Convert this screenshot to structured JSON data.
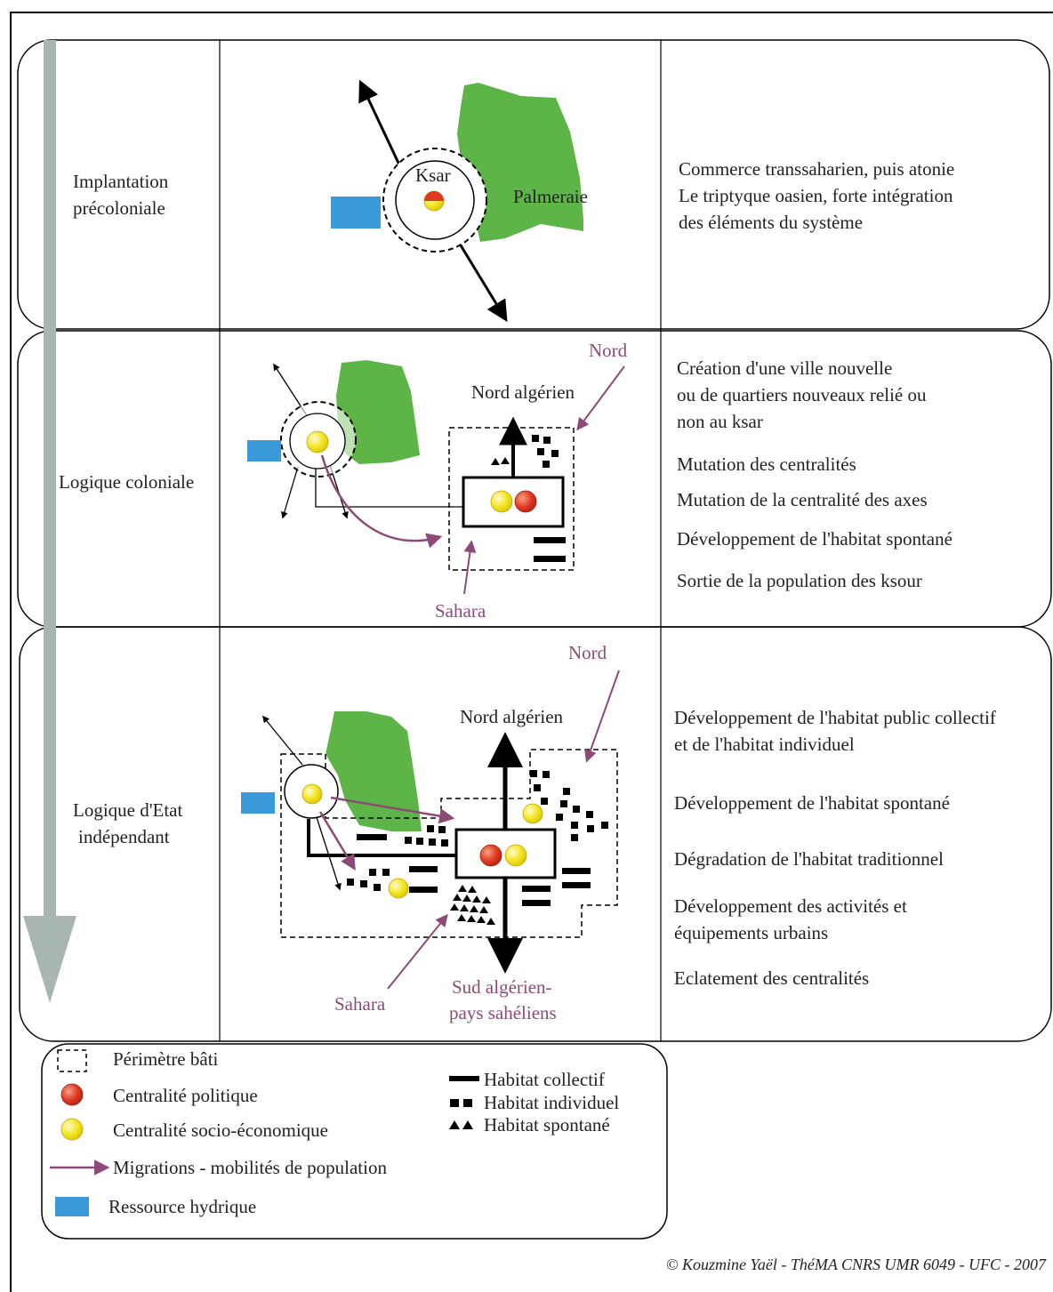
{
  "rows": [
    {
      "phase": [
        "Implantation",
        "précoloniale"
      ],
      "diagram_labels": {
        "ksar": "Ksar",
        "palmeraie": "Palmeraie"
      },
      "descriptions": [
        "Commerce transsaharien, puis atonie",
        "Le triptyque oasien, forte intégration",
        "des éléments du système"
      ]
    },
    {
      "phase": [
        "Logique coloniale"
      ],
      "diagram_labels": {
        "nord": "Nord",
        "nord_algerien": "Nord algérien",
        "sahara": "Sahara"
      },
      "descriptions": [
        "Création d'une ville nouvelle",
        "ou de quartiers nouveaux relié ou",
        "non au ksar",
        "Mutation des centralités",
        "Mutation de la centralité des axes",
        "Développement de l'habitat spontané",
        "Sortie de la population des ksour"
      ]
    },
    {
      "phase": [
        "Logique d'Etat",
        "indépendant"
      ],
      "diagram_labels": {
        "nord": "Nord",
        "nord_algerien": "Nord algérien",
        "sahara": "Sahara",
        "sud": [
          "Sud algérien-",
          "pays sahéliens"
        ]
      },
      "descriptions": [
        "Développement de l'habitat public collectif",
        "et de l'habitat individuel",
        "Développement de l'habitat spontané",
        "Dégradation de l'habitat traditionnel",
        "Développement des activités et",
        "équipements urbains",
        "Eclatement des centralités"
      ]
    }
  ],
  "legend": {
    "perimetre": "Périmètre bâti",
    "centralite_politique": "Centralité politique",
    "centralite_socio": "Centralité socio-économique",
    "migrations": "Migrations - mobilités de population",
    "ressource": "Ressource hydrique",
    "habitat_collectif": "Habitat collectif",
    "habitat_individuel": "Habitat individuel",
    "habitat_spontane": "Habitat spontané"
  },
  "credit": "© Kouzmine Yaël - ThéMA CNRS UMR 6049 - UFC - 2007",
  "colors": {
    "palmeraie": "#5db548",
    "water": "#3a9ad9",
    "migration": "#8e4a77",
    "time_arrow": "#a7b6b0",
    "red_center": "#e03a22",
    "yellow_center": "#f2e51c"
  }
}
